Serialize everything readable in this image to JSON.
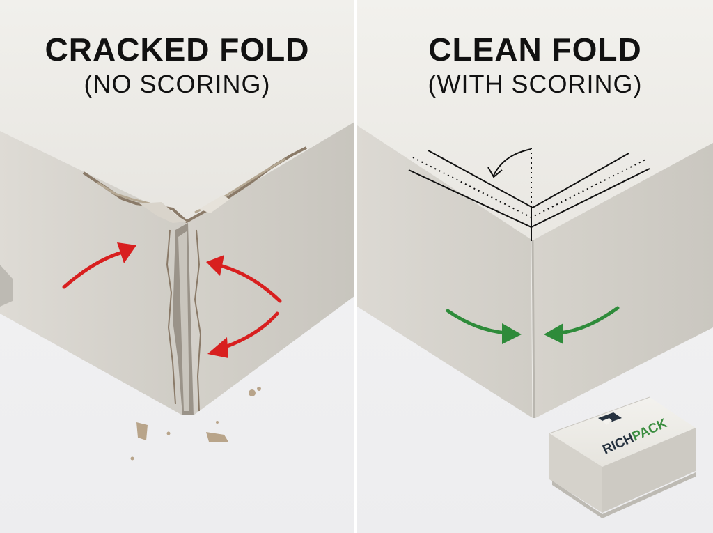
{
  "left_panel": {
    "title": "CRACKED FOLD",
    "subtitle": "(NO SCORING)",
    "arrow_color": "#d81f1f"
  },
  "right_panel": {
    "title": "CLEAN FOLD",
    "subtitle": "(WITH SCORING)",
    "arrow_color": "#2e8b3a"
  },
  "brand": {
    "name_part1": "RICH",
    "name_part2": "PACK",
    "colors": {
      "dark": "#26323f",
      "green": "#3a8d3f"
    }
  }
}
